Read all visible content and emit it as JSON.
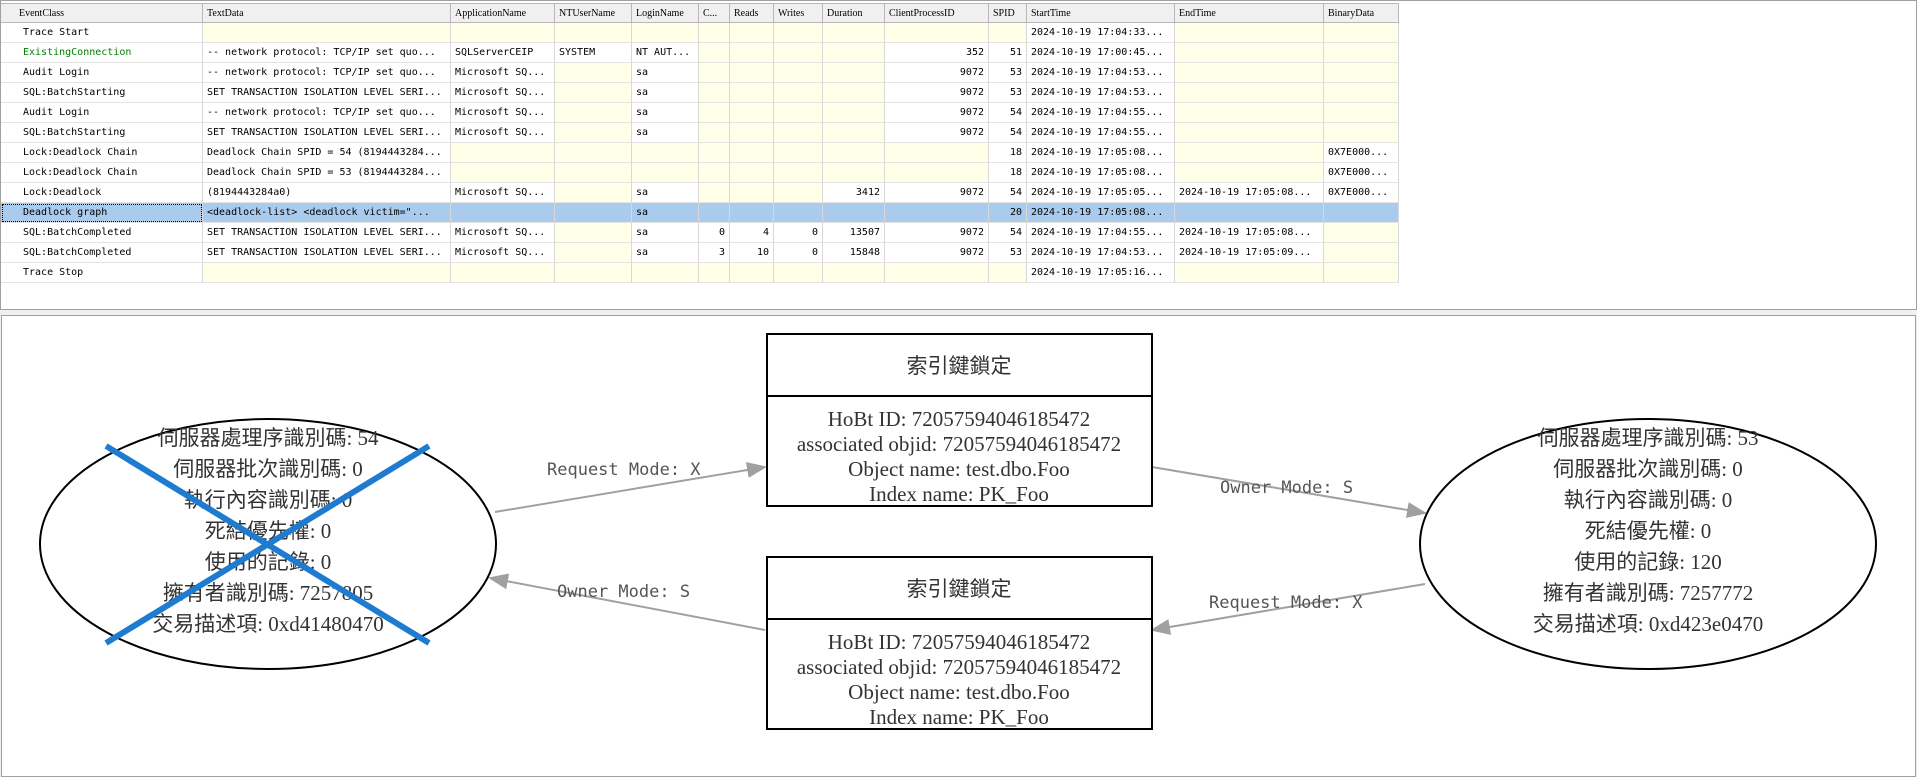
{
  "columns": [
    "EventClass",
    "TextData",
    "ApplicationName",
    "NTUserName",
    "LoginName",
    "C...",
    "Reads",
    "Writes",
    "Duration",
    "ClientProcessID",
    "SPID",
    "StartTime",
    "EndTime",
    "BinaryData"
  ],
  "rows": [
    [
      "Trace Start",
      "",
      "",
      "",
      "",
      "",
      "",
      "",
      "",
      "",
      "",
      "2024-10-19 17:04:33...",
      "",
      ""
    ],
    [
      "ExistingConnection",
      "-- network protocol: TCP/IP  set quo...",
      "SQLServerCEIP",
      "SYSTEM",
      "NT AUT...",
      "",
      "",
      "",
      "",
      "352",
      "51",
      "2024-10-19 17:00:45...",
      "",
      ""
    ],
    [
      "Audit Login",
      "-- network protocol: TCP/IP  set quo...",
      "Microsoft SQ...",
      "",
      "sa",
      "",
      "",
      "",
      "",
      "9072",
      "53",
      "2024-10-19 17:04:53...",
      "",
      ""
    ],
    [
      "SQL:BatchStarting",
      "SET TRANSACTION ISOLATION LEVEL SERI...",
      "Microsoft SQ...",
      "",
      "sa",
      "",
      "",
      "",
      "",
      "9072",
      "53",
      "2024-10-19 17:04:53...",
      "",
      ""
    ],
    [
      "Audit Login",
      "-- network protocol: TCP/IP  set quo...",
      "Microsoft SQ...",
      "",
      "sa",
      "",
      "",
      "",
      "",
      "9072",
      "54",
      "2024-10-19 17:04:55...",
      "",
      ""
    ],
    [
      "SQL:BatchStarting",
      "SET TRANSACTION ISOLATION LEVEL SERI...",
      "Microsoft SQ...",
      "",
      "sa",
      "",
      "",
      "",
      "",
      "9072",
      "54",
      "2024-10-19 17:04:55...",
      "",
      ""
    ],
    [
      "Lock:Deadlock Chain",
      "Deadlock Chain SPID = 54 (8194443284...",
      "",
      "",
      "",
      "",
      "",
      "",
      "",
      "",
      "18",
      "2024-10-19 17:05:08...",
      "",
      "0X7E000..."
    ],
    [
      "Lock:Deadlock Chain",
      "Deadlock Chain SPID = 53 (8194443284...",
      "",
      "",
      "",
      "",
      "",
      "",
      "",
      "",
      "18",
      "2024-10-19 17:05:08...",
      "",
      "0X7E000..."
    ],
    [
      "Lock:Deadlock",
      "(8194443284a0)",
      "Microsoft SQ...",
      "",
      "sa",
      "",
      "",
      "",
      "3412",
      "9072",
      "54",
      "2024-10-19 17:05:05...",
      "2024-10-19 17:05:08...",
      "0X7E000..."
    ],
    [
      "Deadlock graph",
      "<deadlock-list>  <deadlock victim=\"...",
      "",
      "",
      "sa",
      "",
      "",
      "",
      "",
      "",
      "20",
      "2024-10-19 17:05:08...",
      "",
      ""
    ],
    [
      "SQL:BatchCompleted",
      "SET TRANSACTION ISOLATION LEVEL SERI...",
      "Microsoft SQ...",
      "",
      "sa",
      "0",
      "4",
      "0",
      "13507",
      "9072",
      "54",
      "2024-10-19 17:04:55...",
      "2024-10-19 17:05:08...",
      ""
    ],
    [
      "SQL:BatchCompleted",
      "SET TRANSACTION ISOLATION LEVEL SERI...",
      "Microsoft SQ...",
      "",
      "sa",
      "3",
      "10",
      "0",
      "15848",
      "9072",
      "53",
      "2024-10-19 17:04:53...",
      "2024-10-19 17:05:09...",
      ""
    ],
    [
      "Trace Stop",
      "",
      "",
      "",
      "",
      "",
      "",
      "",
      "",
      "",
      "",
      "2024-10-19 17:05:16...",
      "",
      ""
    ]
  ],
  "selected_row": 9,
  "graph": {
    "process_left": [
      "伺服器處理序識別碼: 54",
      "伺服器批次識別碼: 0",
      "執行內容識別碼: 0",
      "死結優先權: 0",
      "使用的記錄: 0",
      "擁有者識別碼: 7257805",
      "交易描述項: 0xd41480470"
    ],
    "process_right": [
      "伺服器處理序識別碼: 53",
      "伺服器批次識別碼: 0",
      "執行內容識別碼: 0",
      "死結優先權: 0",
      "使用的記錄: 120",
      "擁有者識別碼: 7257772",
      "交易描述項: 0xd423e0470"
    ],
    "resource_top": {
      "title": "索引鍵鎖定",
      "lines": [
        "HoBt ID: 72057594046185472",
        "associated objid: 72057594046185472",
        "Object name: test.dbo.Foo",
        "Index name: PK_Foo"
      ]
    },
    "resource_bottom": {
      "title": "索引鍵鎖定",
      "lines": [
        "HoBt ID: 72057594046185472",
        "associated objid: 72057594046185472",
        "Object name: test.dbo.Foo",
        "Index name: PK_Foo"
      ]
    },
    "edges": {
      "left_to_top": "Request Mode: X",
      "top_to_right": "Owner Mode: S",
      "right_to_bottom": "Request Mode: X",
      "bottom_to_left": "Owner Mode: S"
    }
  }
}
